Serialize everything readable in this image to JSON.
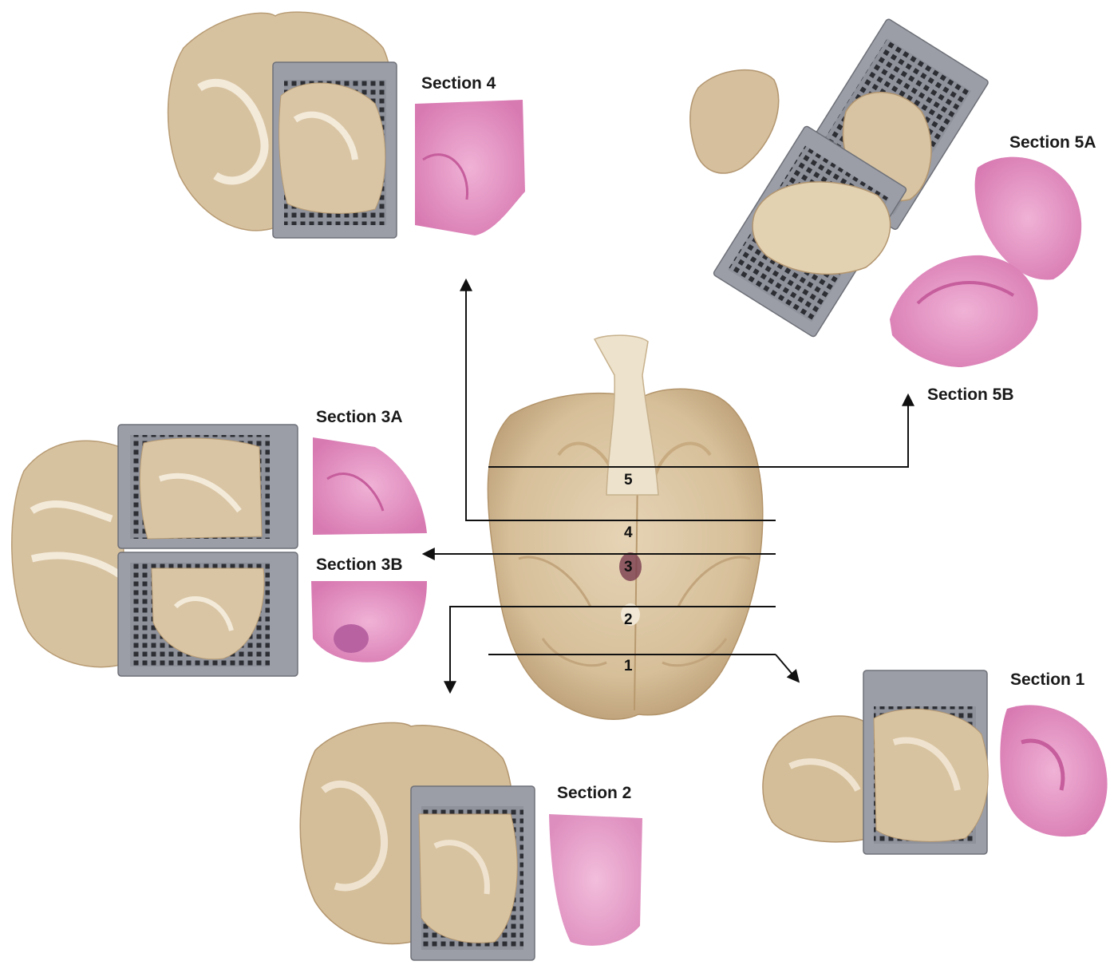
{
  "sections": {
    "s1": "Section 1",
    "s2": "Section 2",
    "s3a": "Section 3A",
    "s3b": "Section 3B",
    "s4": "Section 4",
    "s5a": "Section 5A",
    "s5b": "Section 5B"
  },
  "cut_lines": [
    "1",
    "2",
    "3",
    "4",
    "5"
  ],
  "colors": {
    "tissue": "#d8c3a3",
    "white_matter": "#f2e8d6",
    "gray_matter": "#c9ad88",
    "cassette": "#9a9da6",
    "cassette_dark": "#2e3036",
    "he_stain": "#e48fc0",
    "he_stain_dark": "#c9649f",
    "line": "#111111"
  }
}
